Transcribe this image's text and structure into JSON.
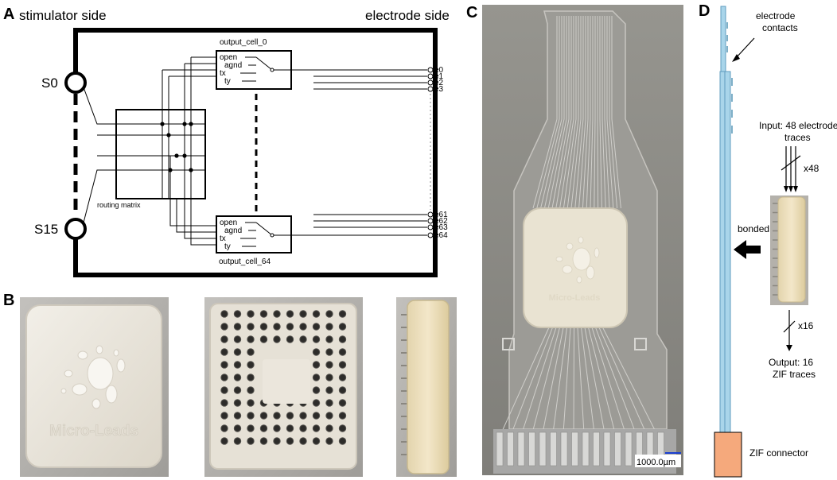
{
  "panels": {
    "a": {
      "letter": "A",
      "stimulator_side": "stimulator side",
      "electrode_side": "electrode side",
      "s0": "S0",
      "s15": "S15",
      "routing_matrix": "routing matrix",
      "cell_top_title": "output_cell_0",
      "cell_bottom_title": "output_cell_64",
      "cell_switch_labels": [
        "open",
        "agnd",
        "tx",
        "ty"
      ],
      "electrodes_top": [
        "e0",
        "e1",
        "e2",
        "e3"
      ],
      "electrodes_bottom": [
        "e61",
        "e62",
        "e63",
        "e64"
      ]
    },
    "b": {
      "letter": "B",
      "logo_text": "Micro-Leads"
    },
    "c": {
      "letter": "C",
      "logo_text": "Micro-Leads",
      "scale_bar": "1000.0µm"
    },
    "d": {
      "letter": "D",
      "electrode_contacts": [
        "electrode",
        "contacts"
      ],
      "input_label": [
        "Input: 48 electrode",
        "traces"
      ],
      "x48": "x48",
      "bonded": "bonded",
      "x16": "x16",
      "output_label": [
        "Output: 16",
        "ZIF traces"
      ],
      "zif_connector": "ZIF connector"
    }
  },
  "colors": {
    "ink": "#000000",
    "photo_gray": "#b9b7b3",
    "cap_white": "#ece7dc",
    "cap_cream": "#efe3c8",
    "panel_c_bg": "#8d8c88",
    "lead_blue": "#a9d5ea",
    "zif_orange": "#f5a97c"
  }
}
